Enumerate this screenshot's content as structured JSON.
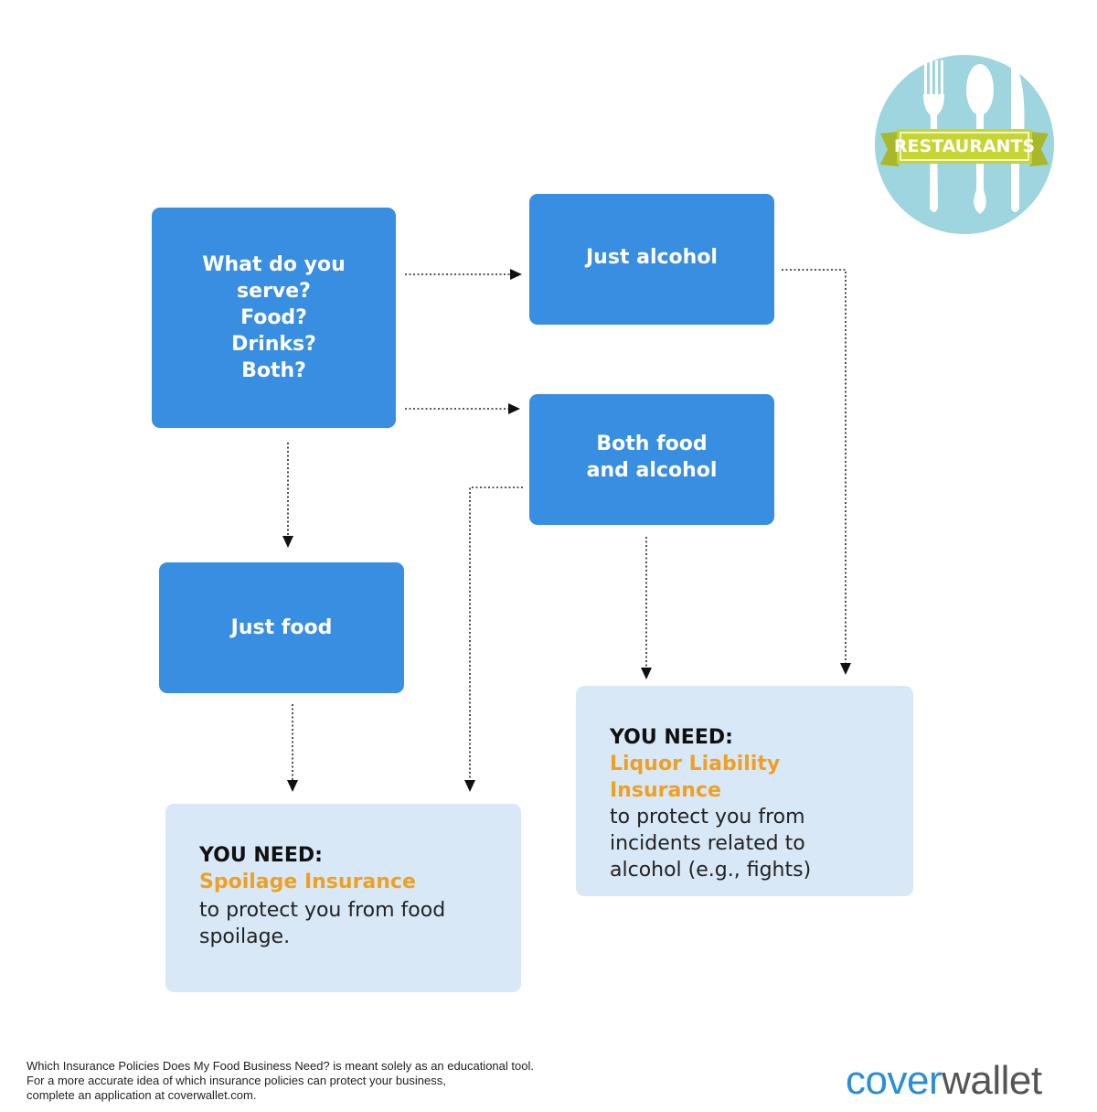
{
  "flow": {
    "question": "What do you serve? Food? Drinks? Both?",
    "just_alcohol": "Just alcohol",
    "both": "Both food and alcohol",
    "just_food": "Just food"
  },
  "results": {
    "spoilage": {
      "heading": "YOU NEED:",
      "policy": "Spoilage Insurance",
      "description": "to protect you from food\nspoilage."
    },
    "liquor": {
      "heading": "YOU NEED:",
      "policy": "Liquor Liability Insurance",
      "description": "to protect you from\nincidents related to\nalcohol (e.g., fights)"
    }
  },
  "badge": {
    "label": "RESTAURANTS"
  },
  "footer": {
    "line1": "Which Insurance Policies Does My Food Business Need?  is meant solely as an educational tool.",
    "line2": "For a more accurate idea of which insurance policies can protect your business,",
    "line3": "complete an application at coverwallet.com."
  },
  "logo": {
    "part1": "cover",
    "part2": "wallet"
  },
  "colors": {
    "node_blue": "#388ee0",
    "result_bg": "#d9e8f7",
    "policy_orange": "#efa021",
    "badge_circle": "#9ed5de",
    "badge_ribbon": "#c5d532",
    "logo_blue": "#2a8fd6",
    "logo_gray": "#555555"
  }
}
